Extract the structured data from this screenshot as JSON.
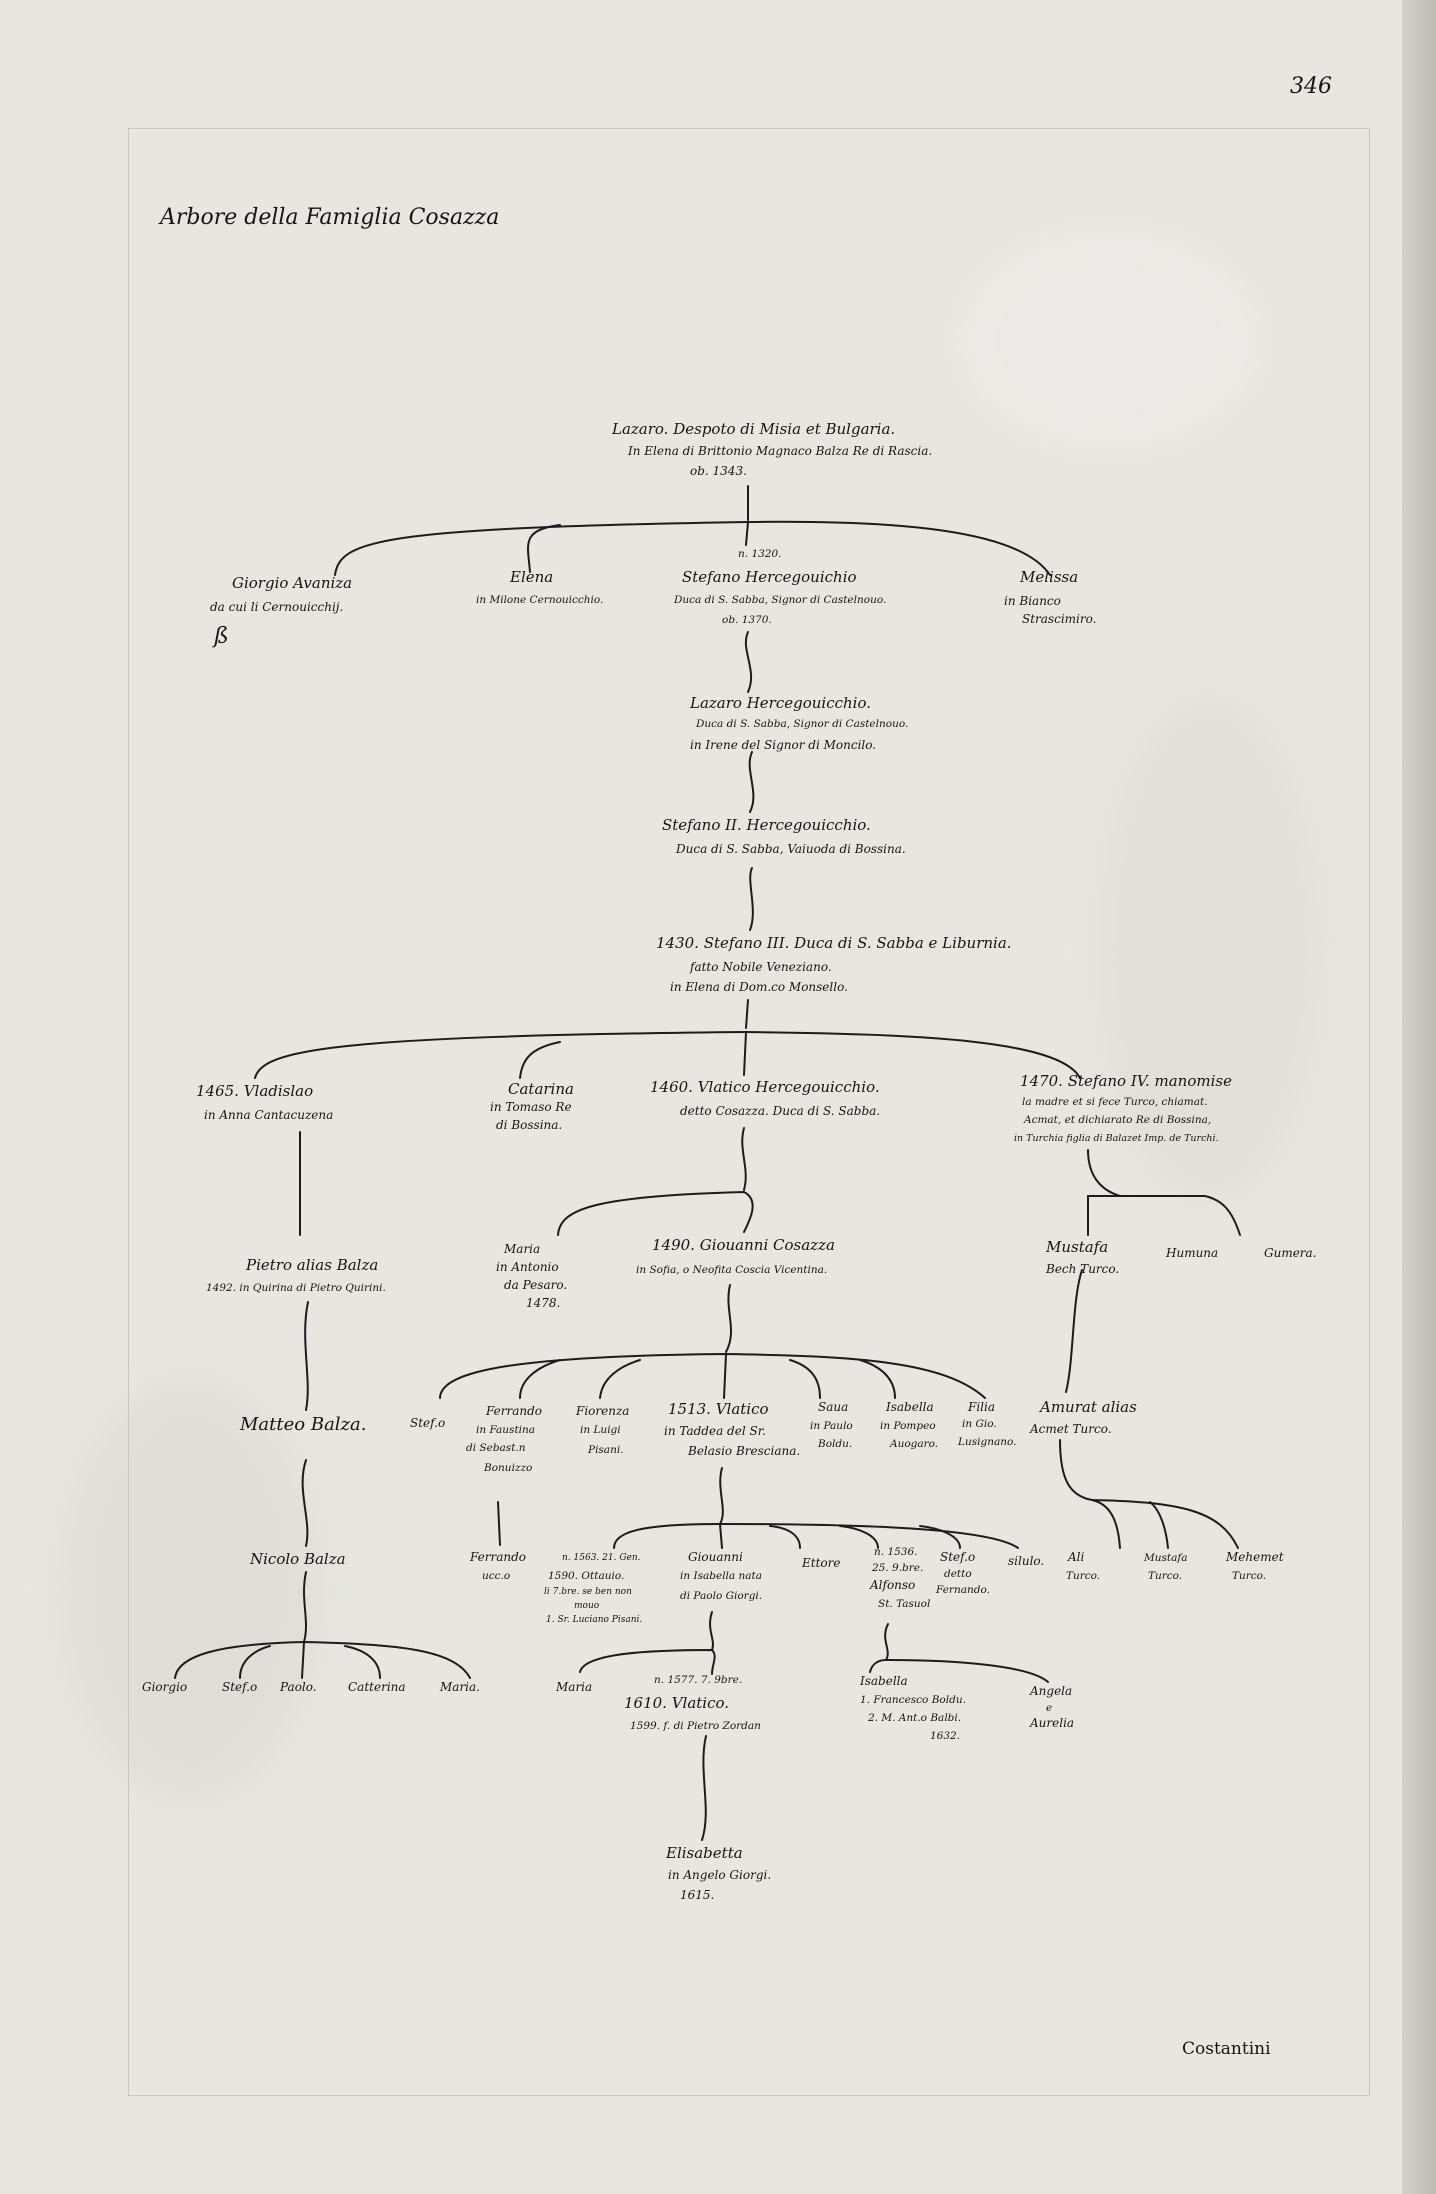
{
  "page_number": "346",
  "title": "Arbore della Famiglia Cosazza",
  "footer_name": "Costantini",
  "root": {
    "line1": "Lazaro. Despoto di Misia et Bulgaria.",
    "line2": "In Elena di Brittonio Magnaco Balza Re di Rascia.",
    "line3": "ob. 1343."
  },
  "gen1": {
    "giorgio": {
      "line1": "Giorgio Avaniza",
      "line2": "da cui li Cernouicchij."
    },
    "elena": {
      "line1": "Elena",
      "line2": "in Milone Cernouicchio."
    },
    "stefano_note": "n. 1320.",
    "stefano": {
      "line1": "Stefano Hercegouichio",
      "line2": "Duca di S. Sabba, Signor di Castelnouo.",
      "line3": "ob. 1370."
    },
    "melissa": {
      "line1": "Melissa",
      "line2": "in Bianco",
      "line3": "Strascimiro."
    }
  },
  "lazaro2": {
    "line1": "Lazaro Hercegouicchio.",
    "line2": "Duca di S. Sabba, Signor di Castelnouo.",
    "line3": "in Irene del Signor di Moncilo."
  },
  "stefano2": {
    "line1": "Stefano II. Hercegouicchio.",
    "line2": "Duca di S. Sabba, Vaiuoda di Bossina."
  },
  "stefano3": {
    "line1": "1430. Stefano III. Duca di S. Sabba e Liburnia.",
    "line2": "fatto Nobile Veneziano.",
    "line3": "in Elena di Dom.co Monsello."
  },
  "gen4": {
    "vladislao": {
      "line1": "1465. Vladislao",
      "line2": "in Anna Cantacuzena"
    },
    "catarina": {
      "line1": "Catarina",
      "line2": "in Tomaso Re",
      "line3": "di Bossina."
    },
    "vlatico": {
      "line1": "1460. Vlatico Hercegouicchio.",
      "line2": "detto Cosazza. Duca di S. Sabba."
    },
    "stefano4": {
      "line1": "1470. Stefano IV. manomise",
      "line2": "la madre et si fece Turco, chiamat.",
      "line3": "Acmat, et dichiarato Re di Bossina,",
      "line4": "in Turchia figlia di Balazet Imp. de Turchi."
    }
  },
  "gen5": {
    "pietro": {
      "line1": "Pietro alias Balza",
      "line2": "1492. in Quirina di Pietro Quirini."
    },
    "maria": {
      "line1": "Maria",
      "line2": "in Antonio",
      "line3": "da Pesaro.",
      "line4": "1478."
    },
    "giovanni": {
      "line1": "1490. Giouanni Cosazza",
      "line2": "in Sofia, o Neofita Coscia Vicentina."
    },
    "mustafa": {
      "line1": "Mustafa",
      "line2": "Bech Turco."
    },
    "humuna": "Humuna",
    "gumera": "Gumera."
  },
  "gen6": {
    "matteo": "Matteo Balza.",
    "stef": "Stef.o",
    "ferrando": {
      "line1": "Ferrando",
      "line2": "in Faustina",
      "line3": "di Sebast.n",
      "line4": "Bonuizzo"
    },
    "fiorenza": {
      "line1": "Fiorenza",
      "line2": "in Luigi",
      "line3": "Pisani."
    },
    "vlatico": {
      "line1": "1513. Vlatico",
      "line2": "in Taddea del Sr.",
      "line3": "Belasio Bresciana."
    },
    "saua": {
      "line1": "Saua",
      "line2": "in Paulo",
      "line3": "Boldu."
    },
    "isabella": {
      "line1": "Isabella",
      "line2": "in Pompeo",
      "line3": "Auogaro."
    },
    "filia": {
      "line1": "Filia",
      "line2": "in Gio.",
      "line3": "Lusignano."
    },
    "amurat": {
      "line1": "Amurat alias",
      "line2": "Acmet Turco."
    }
  },
  "gen7": {
    "nicolo": "Nicolo Balza",
    "ferrando": {
      "line1": "Ferrando",
      "line2": "ucc.o"
    },
    "ottauio": {
      "line1": "n. 1563. 21. Gen.",
      "line2": "1590. Ottauio.",
      "line3": "li 7.bre. se ben non",
      "line4": "mouo",
      "line5": "1. Sr. Luciano Pisani."
    },
    "giouanni": {
      "line1": "Giouanni",
      "line2": "in Isabella nata",
      "line3": "di Paolo Giorgi."
    },
    "ettore": "Ettore",
    "alfonso": {
      "line1": "n. 1536.",
      "line2": "25. 9.bre.",
      "line3": "Alfonso",
      "line4": "St. Tasuol"
    },
    "stef": {
      "line1": "Stef.o",
      "line2": "detto",
      "line3": "Fernando."
    },
    "silulo": "silulo.",
    "ali": {
      "line1": "Ali",
      "line2": "Turco."
    },
    "mustafa": {
      "line1": "Mustafa",
      "line2": "Turco."
    },
    "mehemet": {
      "line1": "Mehemet",
      "line2": "Turco."
    }
  },
  "gen8": {
    "children": [
      "Giorgio",
      "Stef.o",
      "Paolo.",
      "Catterina",
      "Maria."
    ],
    "maria": "Maria",
    "vlatico": {
      "line1": "n. 1577. 7. 9bre.",
      "line2": "1610. Vlatico.",
      "line3": "1599. f. di Pietro Zordan"
    },
    "isabella": {
      "line1": "Isabella",
      "line2": "1. Francesco Boldu.",
      "line3": "2. M. Ant.o Balbi.",
      "line4": "1632."
    },
    "angela": {
      "line1": "Angela",
      "line2": "e",
      "line3": "Aurelia"
    }
  },
  "gen9": {
    "line1": "Elisabetta",
    "line2": "in Angelo Giorgi.",
    "line3": "1615."
  }
}
